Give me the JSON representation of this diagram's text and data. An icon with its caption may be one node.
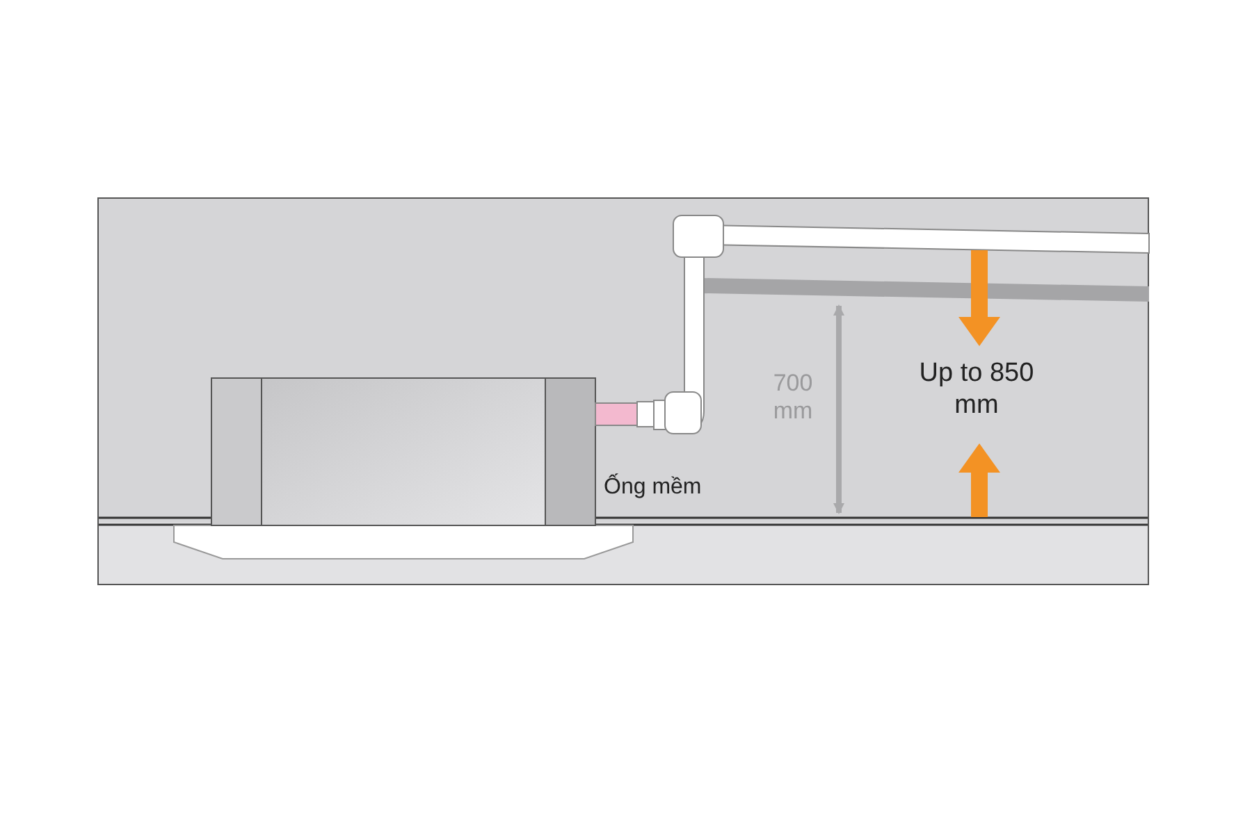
{
  "diagram": {
    "labels": [
      "700 mm",
      "Up to 850 mm",
      "Ống mềm"
    ]
  }
}
